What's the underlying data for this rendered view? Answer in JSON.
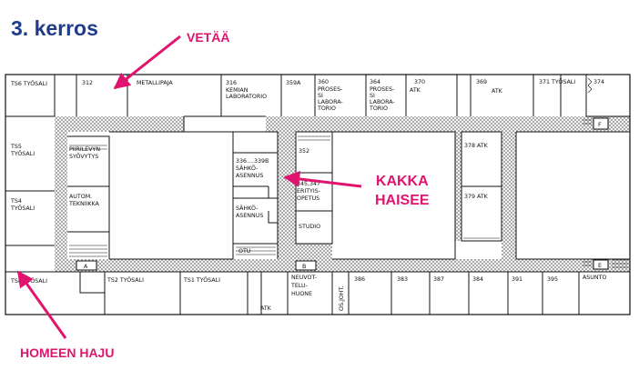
{
  "floor_title": "3. kerros",
  "annotations": {
    "vetaa": "VETÄÄ",
    "kakka_line1": "KAKKA",
    "kakka_line2": "HAISEE",
    "homeen": "HOMEEN HAJU"
  },
  "colors": {
    "title": "#1f3c8c",
    "annotation": "#e0146e",
    "wall": "#111111"
  },
  "rooms": {
    "ts6_top": "TS6 TYÖSALI",
    "r312": "312",
    "metallipaja": "METALLIPAJA",
    "r316": "316",
    "kemian": "KEMIAN",
    "laboratorio": "LABORATORIO",
    "r359a": "359A",
    "r360": "360",
    "r360_l1": "PROSES-",
    "r360_l2": "SI",
    "r360_l3": "LABORA-",
    "r360_l4": "TORIO",
    "r364": "364",
    "r370": "370",
    "atk": "ATK",
    "r369": "369",
    "r371": "371 TYÖSALI",
    "r374": "374",
    "ts5": "TS5",
    "tyosali": "TYÖSALI",
    "ts4": "TS4",
    "piirilevyn": "PIIRILEVYN",
    "syovytys": "SYÖVYTYS",
    "autom": "AUTOM.",
    "tekniikka": "TEKNIIKKA",
    "r336": "336....339B",
    "sahko": "SÄHKÖ-",
    "asennus": "ASENNUS",
    "otu": "OTU",
    "r352": "352",
    "r345": "345,347",
    "erityis": "ERITYIS-",
    "opetus": "OPETUS",
    "studio": "STUDIO",
    "r378": "378 ATK",
    "r379": "379 ATK",
    "door_a": "A",
    "door_b": "B",
    "door_e": "E",
    "door_f": "F",
    "ts8": "TS8 TYÖSALI",
    "ts2": "TS2 TYÖSALI",
    "ts1": "TS1 TYÖSALI",
    "neuvot1": "NEUVOT-",
    "neuvot2": "TELU-",
    "neuvot3": "HUONE",
    "osjoht": "OS.JOHT.",
    "r386": "386",
    "r383": "383",
    "r387": "387",
    "r384": "384",
    "r391": "391",
    "r395": "395",
    "asunto": "ASUNTO"
  }
}
